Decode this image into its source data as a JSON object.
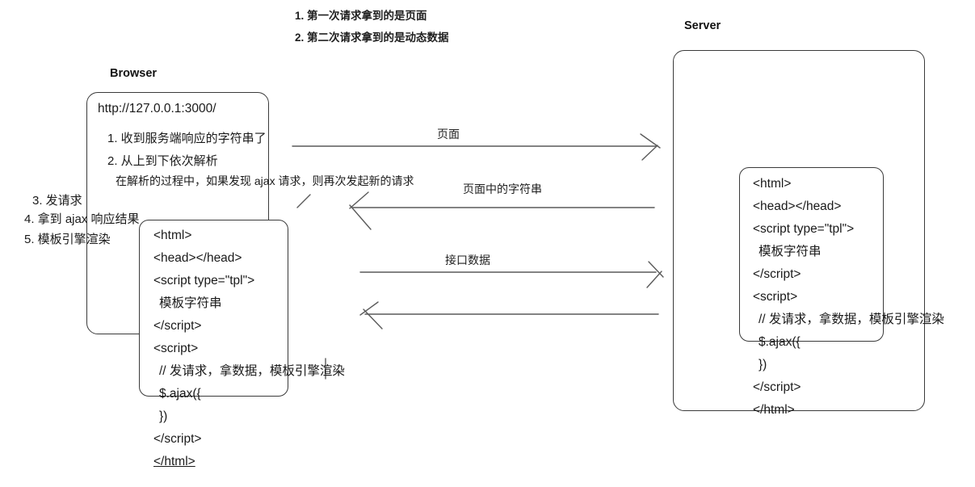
{
  "top_notes": [
    "1. 第一次请求拿到的是页面",
    "2. 第二次请求拿到的是动态数据"
  ],
  "browser": {
    "label": "Browser",
    "url": "http://127.0.0.1:3000/",
    "steps": [
      "1. 收到服务端响应的字符串了",
      "2. 从上到下依次解析"
    ],
    "parse_note": "在解析的过程中，如果发现 ajax 请求，则再次发起新的请求",
    "side_steps": [
      "3. 发请求",
      "4. 拿到 ajax 响应结果",
      "5. 模板引擎渲染"
    ]
  },
  "server": {
    "label": "Server"
  },
  "code": {
    "lines": [
      "<html>",
      "<head></head>",
      "<script type=\"tpl\">",
      "模板字符串",
      "</script>",
      "<script>",
      "// 发请求，拿数据，模板引擎渲染",
      "$.ajax({",
      "})",
      "</script>",
      "</html>"
    ]
  },
  "flow": {
    "arrows": [
      {
        "label": "页面",
        "direction": "browser-to-server"
      },
      {
        "label": "页面中的字符串",
        "direction": "server-to-browser"
      },
      {
        "label": "接口数据",
        "direction": "browser-to-server"
      },
      {
        "label": "",
        "direction": "server-to-browser"
      }
    ]
  },
  "colors": {
    "background": "#ffffff",
    "text": "#1a1a1a",
    "box_border": "#3a3a3a",
    "arrow": "#5a5a5a"
  }
}
